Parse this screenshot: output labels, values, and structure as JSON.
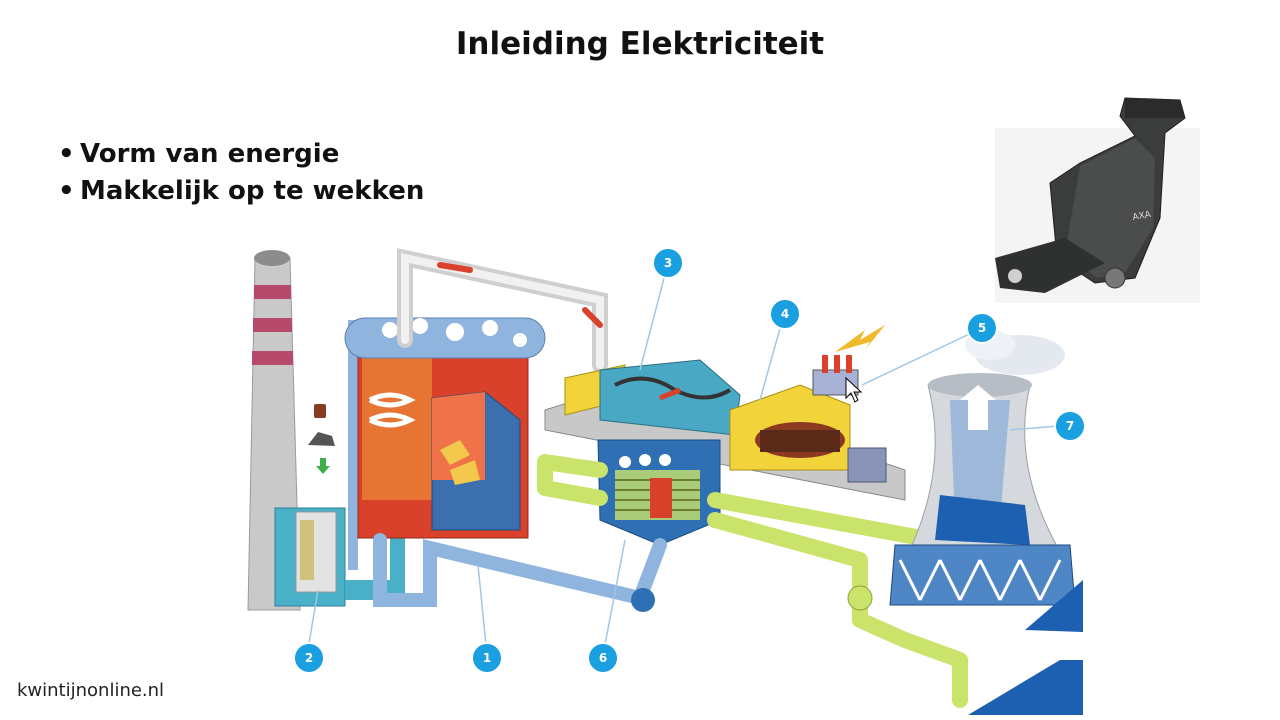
{
  "slide": {
    "title": "Inleiding Elektriciteit",
    "bullets": [
      "Vorm van energie",
      "Makkelijk op te wekken"
    ],
    "footer": "kwintijnonline.nl"
  },
  "diagram": {
    "callouts": [
      {
        "id": "callout-1",
        "label": "1"
      },
      {
        "id": "callout-2",
        "label": "2"
      },
      {
        "id": "callout-3",
        "label": "3"
      },
      {
        "id": "callout-4",
        "label": "4"
      },
      {
        "id": "callout-5",
        "label": "5"
      },
      {
        "id": "callout-6",
        "label": "6"
      },
      {
        "id": "callout-7",
        "label": "7"
      }
    ],
    "colors": {
      "callout": "#1a9fe0",
      "pipe_blue": "#8fb4de",
      "pipe_green": "#c9e36b",
      "boiler_red": "#d9412b",
      "generator_yellow": "#f2d43a",
      "cooling_tower": "#cfd3d8",
      "accent_blue": "#1d5fb0"
    }
  }
}
